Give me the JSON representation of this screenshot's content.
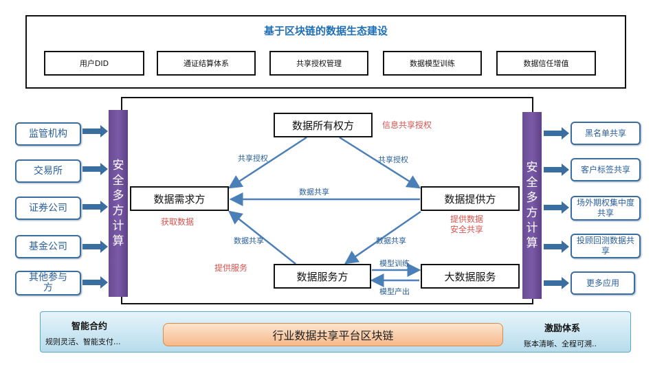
{
  "top": {
    "title": "基于区块链的数据生态建设",
    "items": [
      "用户DID",
      "通证结算体系",
      "共享授权管理",
      "数据模型训练",
      "数据信任增值"
    ]
  },
  "left": {
    "items": [
      "监管机构",
      "交易所",
      "证券公司",
      "基金公司",
      "其他参与方"
    ],
    "pillar": "安全多方计算"
  },
  "right": {
    "items": [
      "黑名单共享",
      "客户标签共享",
      "场外期权集中度共享",
      "投顾回测数据共享",
      "更多应用"
    ],
    "pillar": "安全多方计算"
  },
  "nodes": {
    "owner": "数据所有权方",
    "demand": "数据需求方",
    "provider": "数据提供方",
    "service": "数据服务方",
    "bigdata": "大数据服务"
  },
  "edges": {
    "share_auth_left": "共享授权",
    "share_auth_right": "共享授权",
    "data_share_top": "数据共享",
    "data_share_left": "数据共享",
    "data_share_right": "数据共享",
    "model_train": "模型训练",
    "model_output": "模型产出"
  },
  "notes": {
    "info_auth": "信息共享授权",
    "get_data": "获取数据",
    "provide_service": "提供服务",
    "provide_data_line1": "提供数据",
    "provide_data_line2": "安全共享"
  },
  "bottom": {
    "left_title": "智能合约",
    "left_sub": "规则灵活、智能支付...",
    "platform": "行业数据共享平台区块链",
    "right_title": "激励体系",
    "right_sub": "账本清晰、全程可溯.."
  },
  "colors": {
    "accent_blue": "#2a5f9a",
    "arrow_blue": "#4a7fb8",
    "note_red": "#d9534f",
    "pillar_purple": "#6a4c93"
  }
}
